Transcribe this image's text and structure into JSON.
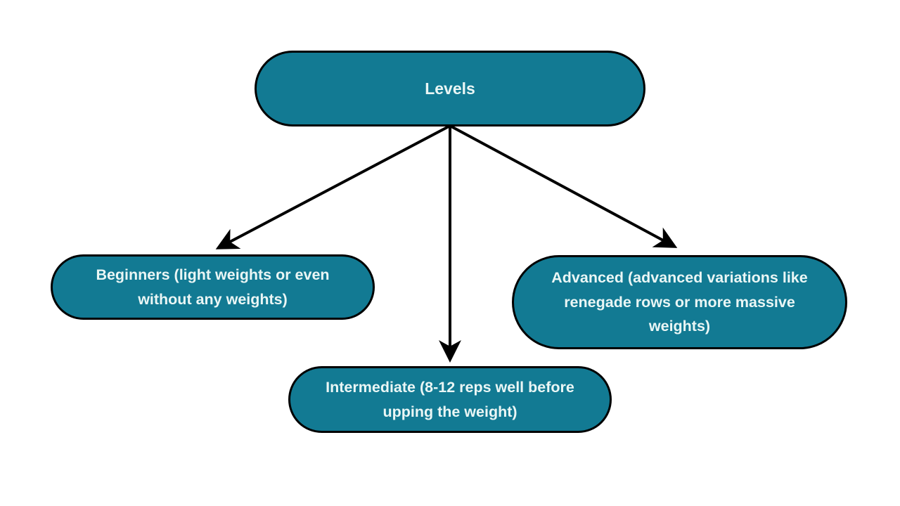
{
  "diagram": {
    "colors": {
      "background": "#ffffff",
      "node_fill": "#127A93",
      "node_border": "#000000",
      "node_text": "#EAF6F5",
      "arrow": "#000000"
    },
    "nodes": [
      {
        "id": "levels",
        "label": "Levels"
      },
      {
        "id": "beginners",
        "label": "Beginners (light weights or even without any weights)"
      },
      {
        "id": "intermediate",
        "label": "Intermediate (8-12 reps well before upping the weight)"
      },
      {
        "id": "advanced",
        "label": "Advanced (advanced variations like renegade rows or more massive weights)"
      }
    ],
    "edges": [
      {
        "from": "levels",
        "to": "beginners"
      },
      {
        "from": "levels",
        "to": "intermediate"
      },
      {
        "from": "levels",
        "to": "advanced"
      }
    ]
  }
}
